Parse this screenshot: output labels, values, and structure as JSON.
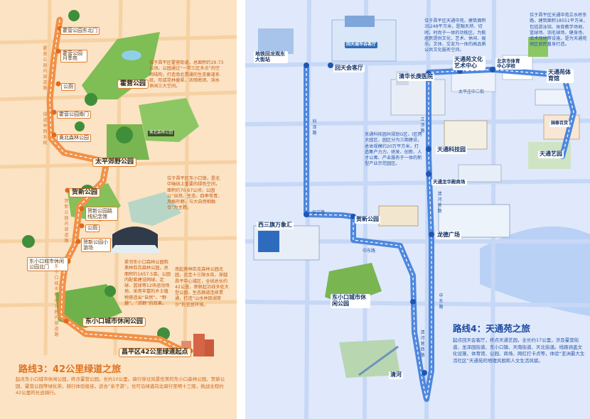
{
  "left": {
    "stops": [
      "霍营公园东北门",
      "霍营公园月季苑",
      "公厕",
      "霍营公园南门",
      "奥北森林公园",
      "太平郊野公园",
      "贺新公园",
      "贺新公园路线纪念馆",
      "公厕",
      "贺新公园小游场",
      "东小口城市休闲公园北门",
      "东小口城市休闲公园",
      "昌平区42公里绿道起点"
    ],
    "park_labels": [
      "霍营公园"
    ],
    "sign": "奥北森林公园",
    "vertical_roads": [
      "霍营公园内部道路",
      "绿道林荫系统",
      "贺新公园内部道路",
      "东小口城市休闲公园内部道路"
    ],
    "notes": [
      "位于昌平区霍营街道，总面积约29.73公顷。公园通过“一带三区多点”的空间结构，打造南北贯通的生态廊道系统，形成花林叠翠、浓荫密闭、滨水休闲三大空间。",
      "位于昌平区东小口镇，是北中轴线上重要的绿色空间，面积约70.67公顷，公园以“自然、生态、四季常青、风格朴野、与大自然相融合”为主题。",
      "紧邻东小口森林公园和奥林匹克森林公园，总面积约1657.5亩。公园内配套建设网球、足球、篮球等12块运动场地，采用丰富的乡土植物营造出“自然”、“野趣”、“郊野”的效果。",
      "南起奥林匹克森林公园北园，北至十三陵水库，穿越昌平中心城区，全线总长约42公里，串联起沿线多处大型公园，生态廊道连续贯通，打造“山水林田湖草沙”的宜居环境。"
    ],
    "title": "路线3：42公里绿道之旅",
    "description": "起点东小口城市休闲公园，终点霍营公园，长约10公里。骑行穿过风景优美的东小口森林公园、贺新公园、霍营公园等绿化带，骑行体验极佳，适合“亲子游”。也可沿绿道向北骑行至明十三陵，挑战全程约42公里的长途骑行。"
  },
  "right": {
    "places": [
      "地铁回龙观东大街站",
      "回天会客厅",
      "清华长庚医院",
      "天通苑文化艺术中心",
      "北京市体育中心学校",
      "天通苑体育馆",
      "国泰百货",
      "天通艺园",
      "天通科技园",
      "天通龙华殿商场",
      "西三旗万象汇",
      "贺新公园",
      "龙德广场",
      "东小口城市休闲公园",
      "清河"
    ],
    "building_signs": [
      "回天城市会客厅",
      "国泰百货"
    ],
    "roads": [
      "太平庄中二街",
      "立汤路",
      "利泽路",
      "安立路",
      "中东路",
      "中东路",
      "清河营西路",
      "清河营路"
    ],
    "notes": [
      "位于昌平区天通中苑，建筑面积35248平方米，是融天然、切时、时尚于一体的功能区。为能居民提供文化、艺术、休闲、娱乐、文体、交友为一体的高品质公共文化服务空间。",
      "位于昌平区天通中苑立水桥东路，建筑面积18551平方米，包括游泳馆、体育教学场地、篮球场、羽毛球场、健身场、武术场地等设施，是为天通苑地区居民量身打造。",
      "天通科技园共规划G区、I区两大园区，园区分为三期建设，总体规模约20万平方米，打造集产力力、研发、创新、人才公寓、产业服务于一体的新型产业示范园区。"
    ],
    "title": "路线4：天通苑之旅",
    "description": "起点回天会客厅，终点天通艺园，全长约17公里，涉及霍营街道、龙泽园街道、东小口镇、天南街道、天北街道。线路涵盖文化设施、体育馆、公园、商场、网红打卡点等，体验“亚洲最大生活社区”天通苑的地理风貌和人文生活风貌。"
  },
  "colors": {
    "route_orange": "#f19147",
    "route_blue": "#4d87de",
    "left_bg": "#fbe3c4",
    "right_bg": "#dfe9fb"
  }
}
